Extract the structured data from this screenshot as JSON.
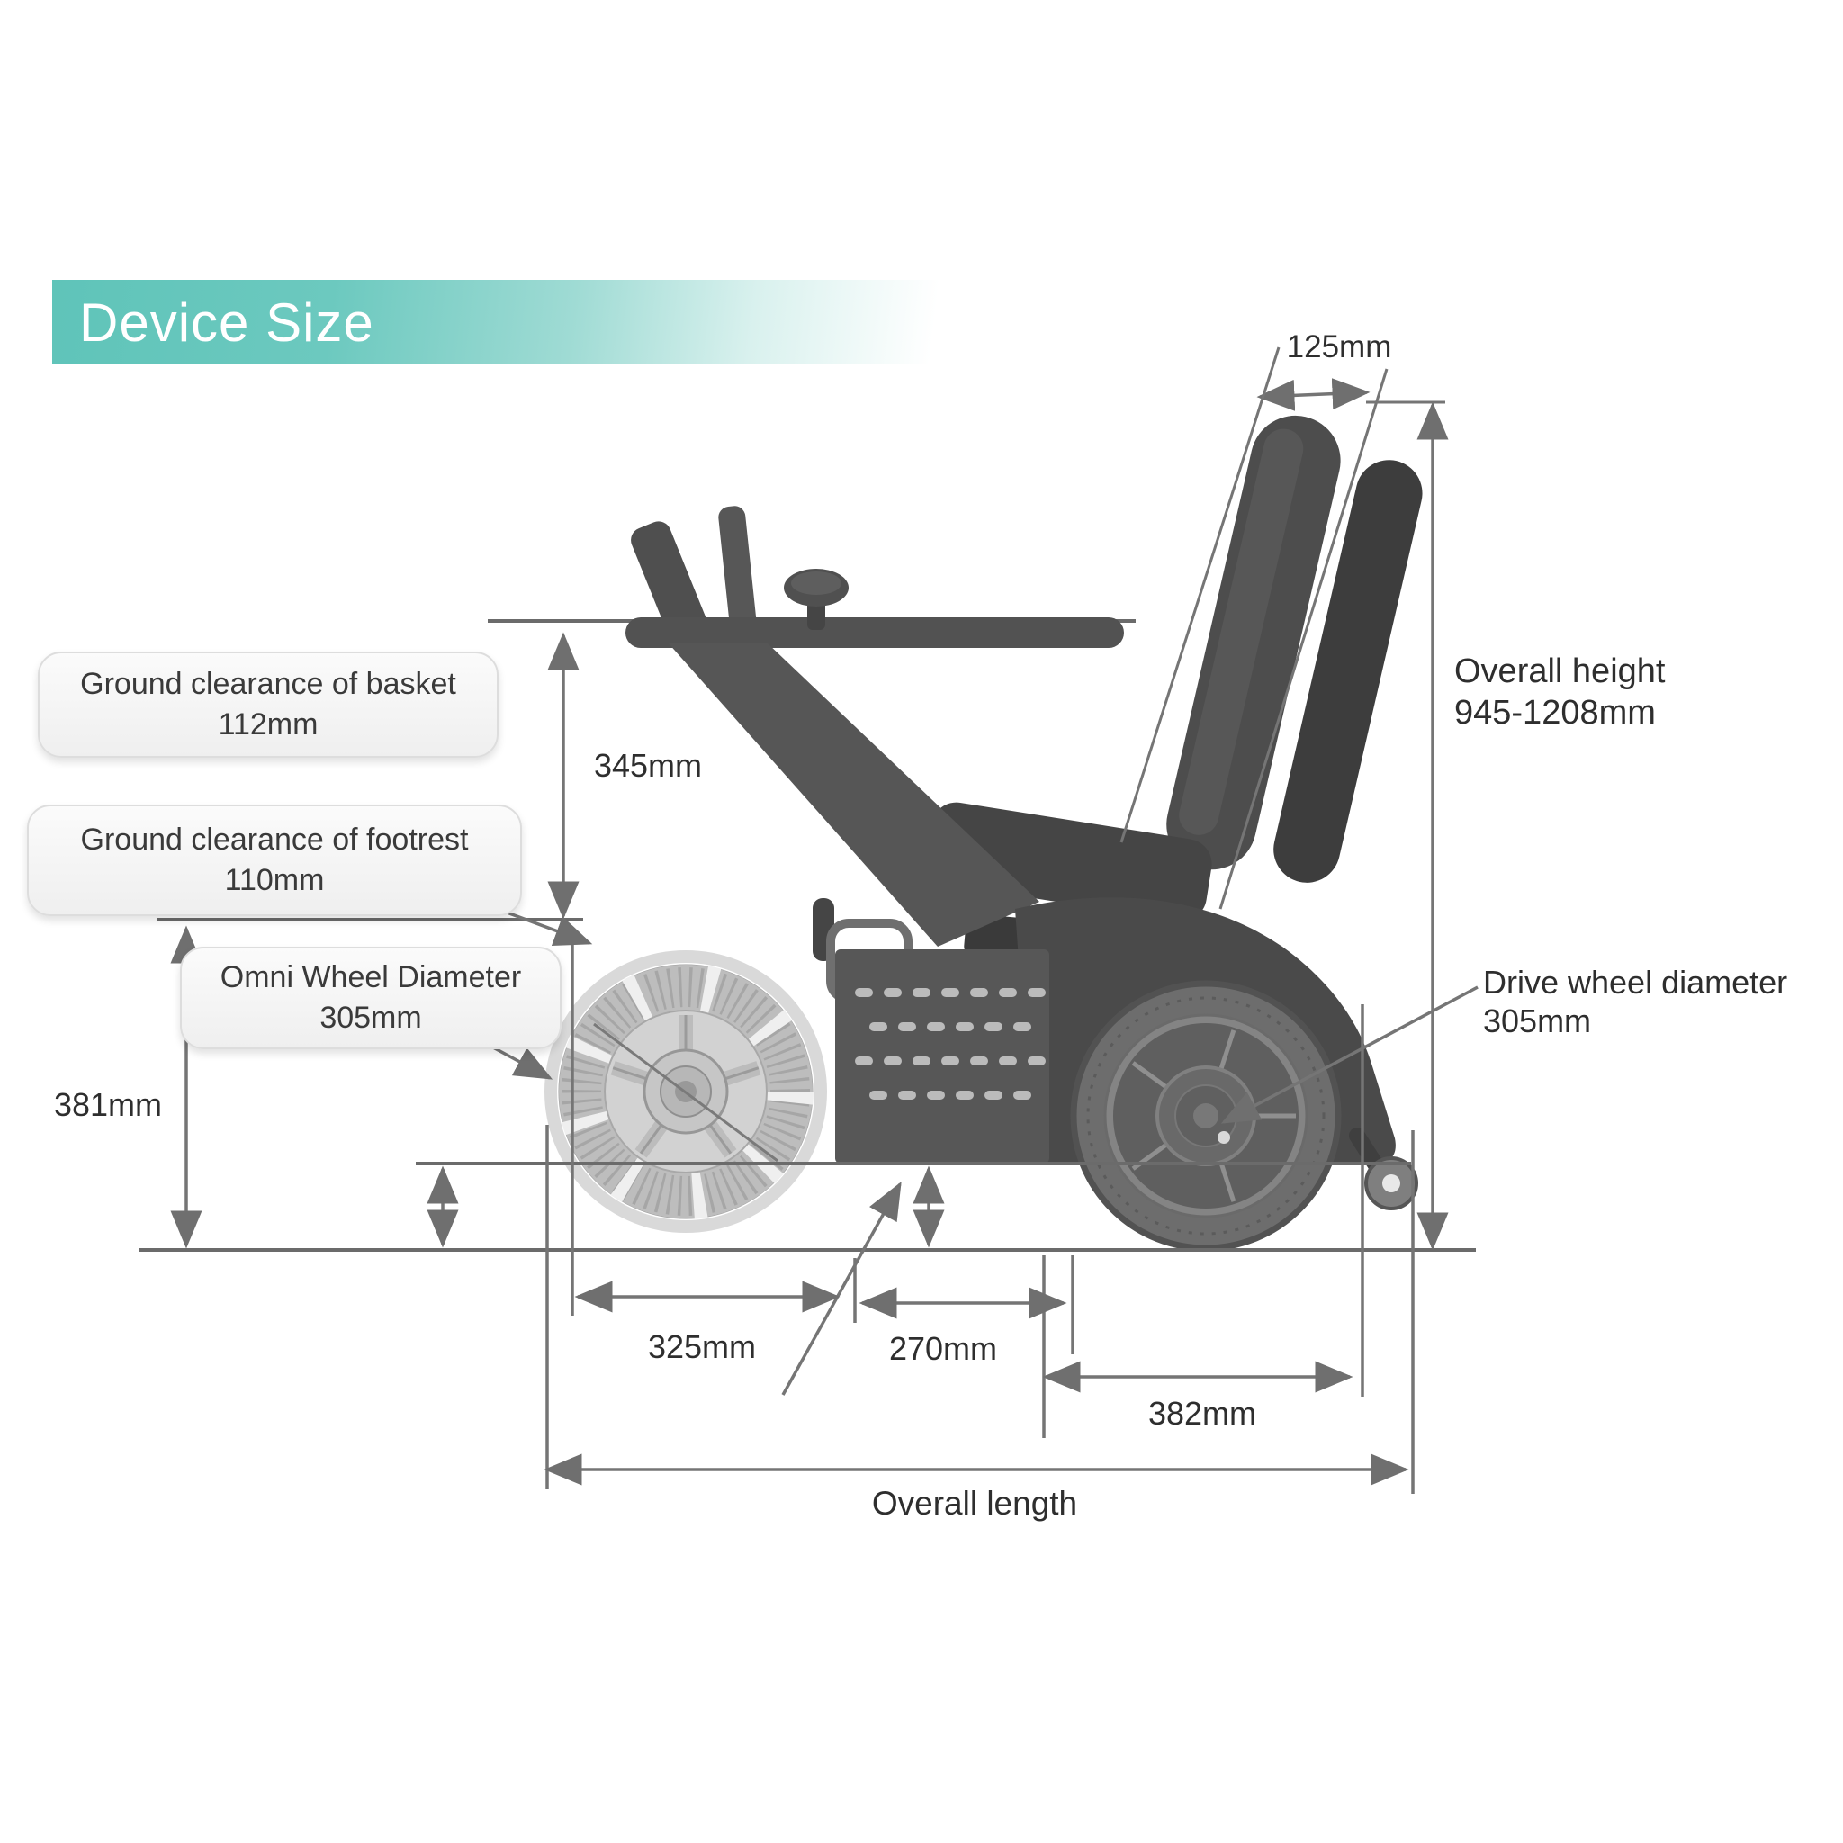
{
  "banner": {
    "title": "Device Size"
  },
  "callouts": {
    "basket": {
      "label": "Ground clearance of basket",
      "value": "112mm"
    },
    "footrest": {
      "label": "Ground clearance of footrest",
      "value": "110mm"
    },
    "omni": {
      "label": "Omni Wheel Diameter",
      "value": "305mm"
    }
  },
  "dims": {
    "backrest_width": "125mm",
    "overall_height_label": "Overall height",
    "overall_height_value": "945-1208mm",
    "table_height": "345mm",
    "frame_height": "381mm",
    "drive_wheel_label": "Drive wheel diameter",
    "drive_wheel_value": "305mm",
    "front_section": "325mm",
    "mid_section": "270mm",
    "rear_section": "382mm",
    "overall_length_label": "Overall length"
  },
  "colors": {
    "banner_teal": "#68c9be",
    "dimension_line_gray": "#757575",
    "text_dark": "#2e2e2e",
    "chair_dark": "#4a4a4a",
    "wheel_light": "#c9c9c9"
  }
}
